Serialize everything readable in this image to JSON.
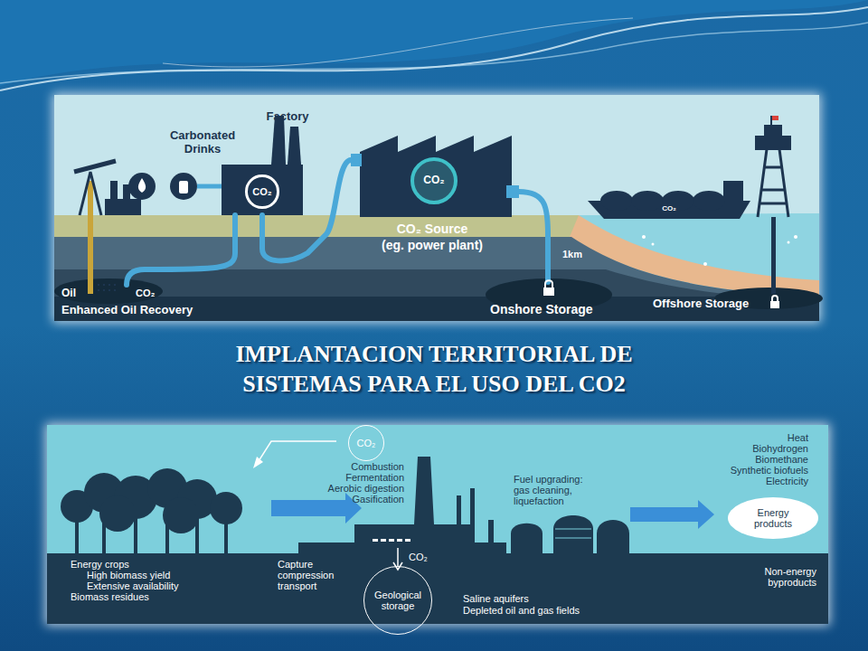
{
  "diagram": {
    "title": "IMPLANTACION TERRITORIAL DE SISTEMAS PARA EL USO DEL CO2",
    "nodes": [
      {
        "text": [
          "CO₂"
        ]
      },
      {
        "text": [
          "CO₂"
        ]
      },
      {
        "text": [
          "CO₂"
        ]
      },
      {
        "text": [
          "Energy products"
        ]
      },
      {
        "text": [
          "Geological storage"
        ]
      }
    ],
    "labels": [
      "Carbonated Drinks",
      "Factory",
      "CO₂ Source",
      "(eg. power plant)",
      "1km",
      "Oil",
      "CO₂",
      "Enhanced Oil Recovery",
      "Onshore Storage",
      "Offshore Storage",
      "CO₂",
      "Combustion",
      "Fermentation",
      "Aerobic digestion",
      "Gasification",
      "Fuel upgrading:",
      "gas cleaning,",
      "liquefaction",
      "Heat",
      "Biohydrogen",
      "Biomethane",
      "Synthetic biofuels",
      "Electricity",
      "Energy crops",
      "High biomass yield",
      "Extensive availability",
      "Biomass residues",
      "Capture",
      "compression",
      "transport",
      "CO₂",
      "Saline aquifers",
      "Depleted oil and gas fields",
      "Non-energy",
      "byproducts"
    ]
  }
}
